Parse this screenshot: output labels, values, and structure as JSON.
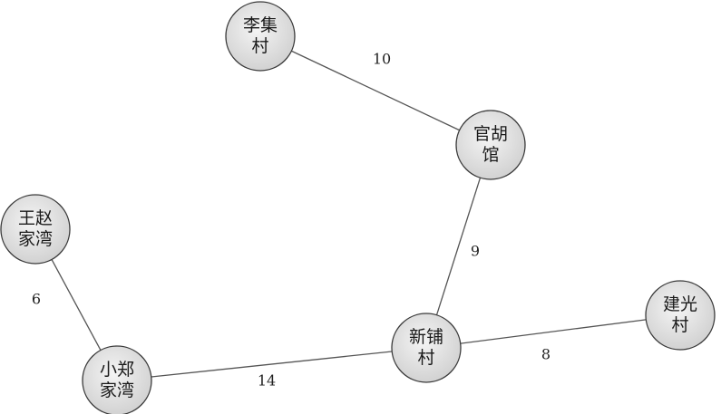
{
  "colors": {
    "node_fill_center": "#f4f4f4",
    "node_fill_edge": "#cfcfcf",
    "node_stroke": "#3a3a3a",
    "edge_stroke": "#555555"
  },
  "nodes": [
    {
      "id": "lijicun",
      "lines": [
        "李集",
        "村"
      ]
    },
    {
      "id": "guanhuguan",
      "lines": [
        "官胡",
        "馆"
      ]
    },
    {
      "id": "wangzhaojiawan",
      "lines": [
        "王赵",
        "家湾"
      ]
    },
    {
      "id": "xinpucun",
      "lines": [
        "新铺",
        "村"
      ]
    },
    {
      "id": "jianguangcun",
      "lines": [
        "建光",
        "村"
      ]
    },
    {
      "id": "xiaozhengjiawan",
      "lines": [
        "小郑",
        "家湾"
      ]
    }
  ],
  "edges": [
    {
      "from": "lijicun",
      "to": "guanhuguan",
      "weight": "10"
    },
    {
      "from": "guanhuguan",
      "to": "xinpucun",
      "weight": "9"
    },
    {
      "from": "wangzhaojiawan",
      "to": "xiaozhengjiawan",
      "weight": "6"
    },
    {
      "from": "xiaozhengjiawan",
      "to": "xinpucun",
      "weight": "14"
    },
    {
      "from": "xinpucun",
      "to": "jianguangcun",
      "weight": "8"
    }
  ]
}
